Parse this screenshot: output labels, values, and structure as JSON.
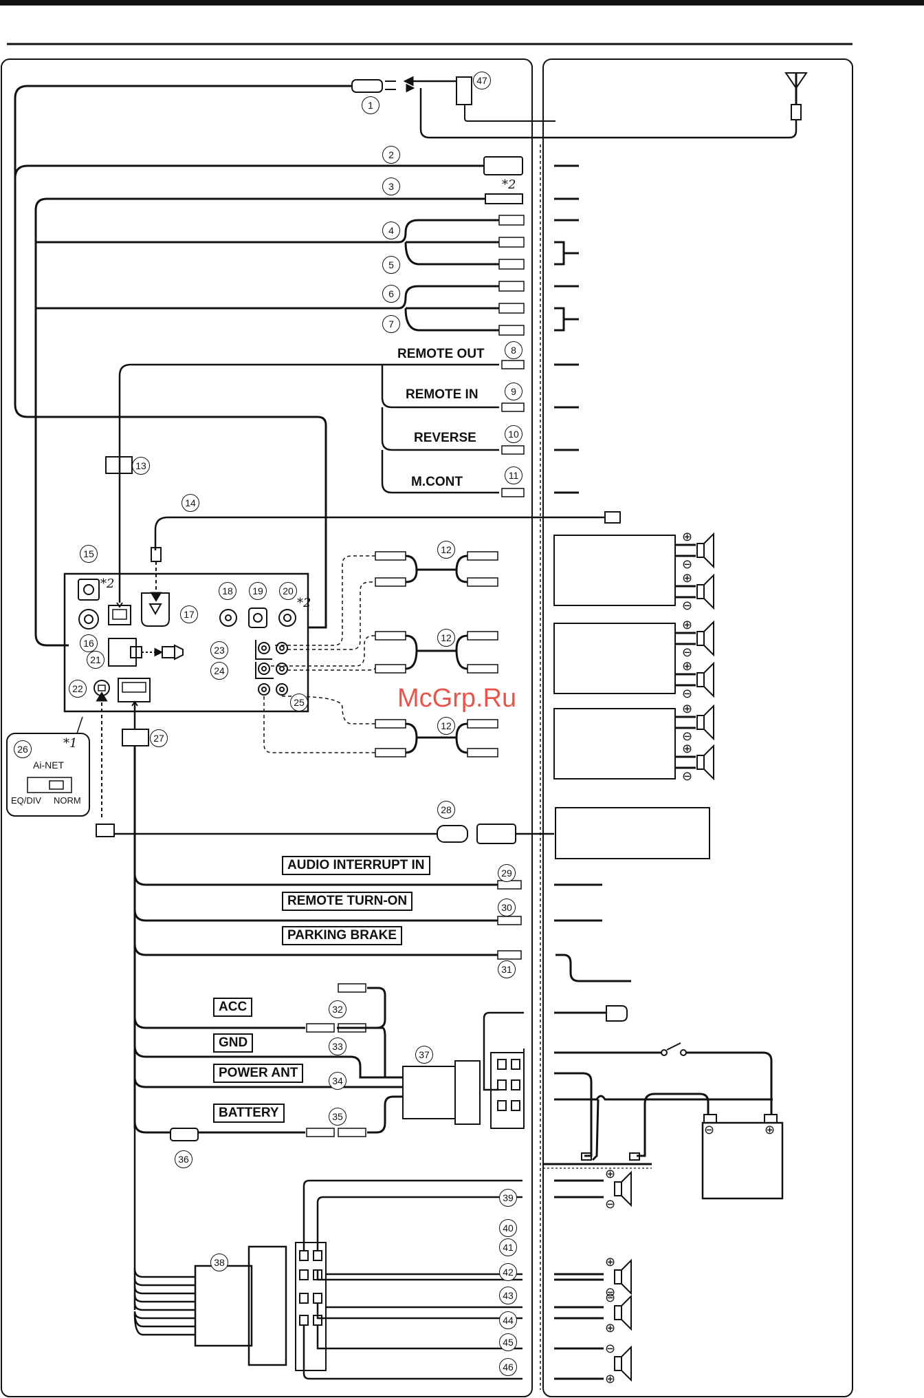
{
  "connections": [
    {
      "num": "1",
      "label": ""
    },
    {
      "num": "2",
      "label": ""
    },
    {
      "num": "3",
      "label": ""
    },
    {
      "num": "4",
      "label": ""
    },
    {
      "num": "5",
      "label": ""
    },
    {
      "num": "6",
      "label": ""
    },
    {
      "num": "7",
      "label": ""
    },
    {
      "num": "8",
      "label": "REMOTE OUT"
    },
    {
      "num": "9",
      "label": "REMOTE IN"
    },
    {
      "num": "10",
      "label": "REVERSE"
    },
    {
      "num": "11",
      "label": "M.CONT"
    },
    {
      "num": "12",
      "label": ""
    },
    {
      "num": "13",
      "label": ""
    },
    {
      "num": "14",
      "label": ""
    },
    {
      "num": "15",
      "label": ""
    },
    {
      "num": "16",
      "label": ""
    },
    {
      "num": "17",
      "label": ""
    },
    {
      "num": "18",
      "label": ""
    },
    {
      "num": "19",
      "label": ""
    },
    {
      "num": "20",
      "label": ""
    },
    {
      "num": "21",
      "label": ""
    },
    {
      "num": "22",
      "label": ""
    },
    {
      "num": "23",
      "label": ""
    },
    {
      "num": "24",
      "label": ""
    },
    {
      "num": "25",
      "label": ""
    },
    {
      "num": "26",
      "label": ""
    },
    {
      "num": "27",
      "label": ""
    },
    {
      "num": "28",
      "label": ""
    },
    {
      "num": "29",
      "label": "AUDIO INTERRUPT IN"
    },
    {
      "num": "30",
      "label": "REMOTE TURN-ON"
    },
    {
      "num": "31",
      "label": "PARKING BRAKE"
    },
    {
      "num": "32",
      "label": "ACC"
    },
    {
      "num": "33",
      "label": "GND"
    },
    {
      "num": "34",
      "label": "POWER ANT"
    },
    {
      "num": "35",
      "label": "BATTERY"
    },
    {
      "num": "36",
      "label": ""
    },
    {
      "num": "37",
      "label": ""
    },
    {
      "num": "38",
      "label": ""
    },
    {
      "num": "39",
      "label": ""
    },
    {
      "num": "40",
      "label": ""
    },
    {
      "num": "41",
      "label": ""
    },
    {
      "num": "42",
      "label": ""
    },
    {
      "num": "43",
      "label": ""
    },
    {
      "num": "44",
      "label": ""
    },
    {
      "num": "45",
      "label": ""
    },
    {
      "num": "46",
      "label": ""
    },
    {
      "num": "47",
      "label": ""
    }
  ],
  "switch": {
    "title": "Ai-NET",
    "left": "EQ/DIV",
    "right": "NORM",
    "note": "*1"
  },
  "notes": {
    "asterisk2": "*2"
  },
  "watermark": "McGrp.Ru",
  "symbols": {
    "plus": "⊕",
    "minus": "⊖"
  }
}
